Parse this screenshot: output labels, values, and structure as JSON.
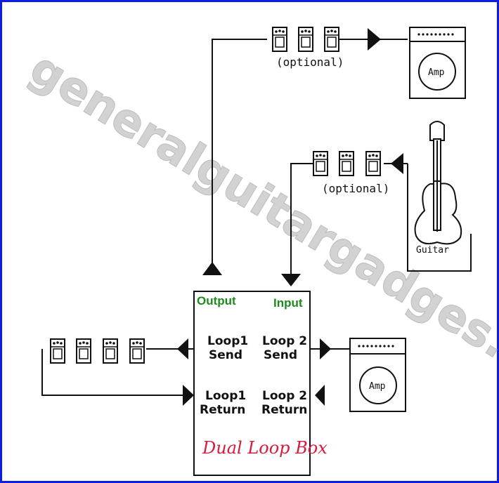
{
  "watermark": "generalguitargadges.com",
  "colors": {
    "border": "#0a1ee6",
    "green": "#1e8a1e",
    "red": "#d81b3a",
    "line": "#111111"
  },
  "labels": {
    "optional_top": "(optional)",
    "optional_mid": "(optional)",
    "amp_top": "Amp",
    "amp_bottom": "Amp",
    "guitar": "Guitar",
    "output": "Output",
    "input": "Input",
    "loop1_send_a": "Loop1",
    "loop1_send_b": "Send",
    "loop2_send_a": "Loop 2",
    "loop2_send_b": "Send",
    "loop1_return_a": "Loop1",
    "loop1_return_b": "Return",
    "loop2_return_a": "Loop 2",
    "loop2_return_b": "Return",
    "box_title": "Dual Loop Box"
  }
}
